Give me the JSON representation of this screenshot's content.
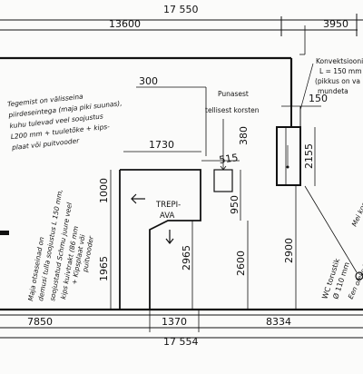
{
  "drawing": {
    "dimensions": {
      "top_left": "13600",
      "top_total": "17 550",
      "top_right": "3950",
      "bottom_left": "7850",
      "bottom_mid": "1370",
      "bottom_right": "8334",
      "bottom_total": "17 554",
      "d300": "300",
      "d1730": "1730",
      "d150": "150",
      "d515": "515",
      "d380": "380",
      "d2155": "2155",
      "d1000": "1000",
      "d1965": "1965",
      "d2965": "2965",
      "d2600": "2600",
      "d2900": "2900",
      "d950": "950"
    },
    "labels": {
      "stair_opening": [
        "TREPI-",
        "AVA"
      ],
      "chimney": [
        "Punasest",
        "tellisest korsten"
      ],
      "ventilation": [
        "Konvektsiooni",
        "L = 150 mm",
        "(pikkus on va",
        "mundeta"
      ],
      "wc_pipe": [
        "WC torustik",
        "Ø 110 mm"
      ]
    },
    "notes": {
      "outer_wall": [
        "Tegemist on välisseina",
        "piirdeseintega (maja piki suunas),",
        "kuhu tulevad veel soojustus",
        "L200 mm + tuuletõke + kips-",
        "plaat või puitvooder"
      ],
      "left_wall": [
        "Maja otsaseinad on",
        "demusi tulla soojustus L 150 mm,",
        "soojustatud Schmu juure veel",
        "kips kuivtrakt (86 mm",
        "+ Kipsplaat või",
        "puitvooder"
      ],
      "right_edge": [
        "Mei koos",
        "Een oleks kui sis"
      ]
    }
  }
}
